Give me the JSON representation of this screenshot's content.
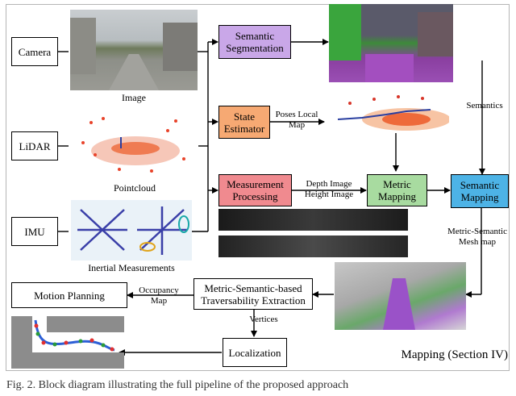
{
  "inputs": {
    "camera": "Camera",
    "lidar": "LiDAR",
    "imu": "IMU"
  },
  "captions": {
    "image": "Image",
    "pointcloud": "Pointcloud",
    "inertial": "Inertial Measurements"
  },
  "modules": {
    "semantic_segmentation": "Semantic Segmentation",
    "state_estimator": "State Estimator",
    "measurement_processing": "Measurement Processing",
    "metric_mapping": "Metric Mapping",
    "semantic_mapping": "Semantic Mapping",
    "traversability": "Metric-Semantic-based Traversability Extraction",
    "motion_planning": "Motion Planning",
    "localization": "Localization"
  },
  "edge_labels": {
    "poses_local_map": "Poses Local Map",
    "depth_height": "Depth Image Height Image",
    "semantics": "Semantics",
    "mesh_map": "Metric-Semantic Mesh map",
    "occupancy": "Occupancy Map",
    "vertices": "Vertices"
  },
  "section_label": "Mapping (Section IV)",
  "figure_caption": "Fig. 2.   Block diagram illustrating the full pipeline of the proposed approach",
  "colors": {
    "semantic_segmentation": "#c9a7e8",
    "state_estimator": "#f6a973",
    "measurement_processing": "#f08a8f",
    "metric_mapping": "#a8dba0",
    "semantic_mapping": "#4db3e6"
  }
}
